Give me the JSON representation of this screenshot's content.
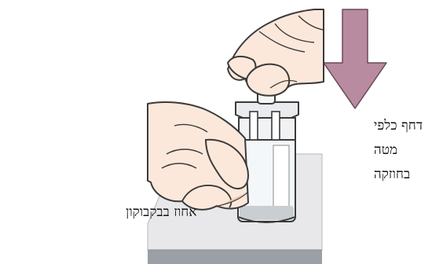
{
  "labels": {
    "push_lines": [
      "דחף כלפי",
      "מטה",
      "בחוזקה"
    ],
    "hold_vial": "אחוז בבקבוקון"
  },
  "icons": {
    "arrow": "down-arrow-icon",
    "vial": "vial-icon",
    "adapter": "vial-adapter-icon",
    "surface": "table-surface-icon",
    "hands": "hand-icon"
  },
  "colors": {
    "arrow_fill": "#b88ba0",
    "arrow_stroke": "#6a4a58",
    "skin": "#fce8db",
    "skin_shadow": "#e9c8b3",
    "outline": "#3a3a3a",
    "table_top": "#e8e8ea",
    "table_front": "#9aa0a6",
    "vial_glass": "#f4f7fa",
    "adapter": "#e9ebee"
  }
}
